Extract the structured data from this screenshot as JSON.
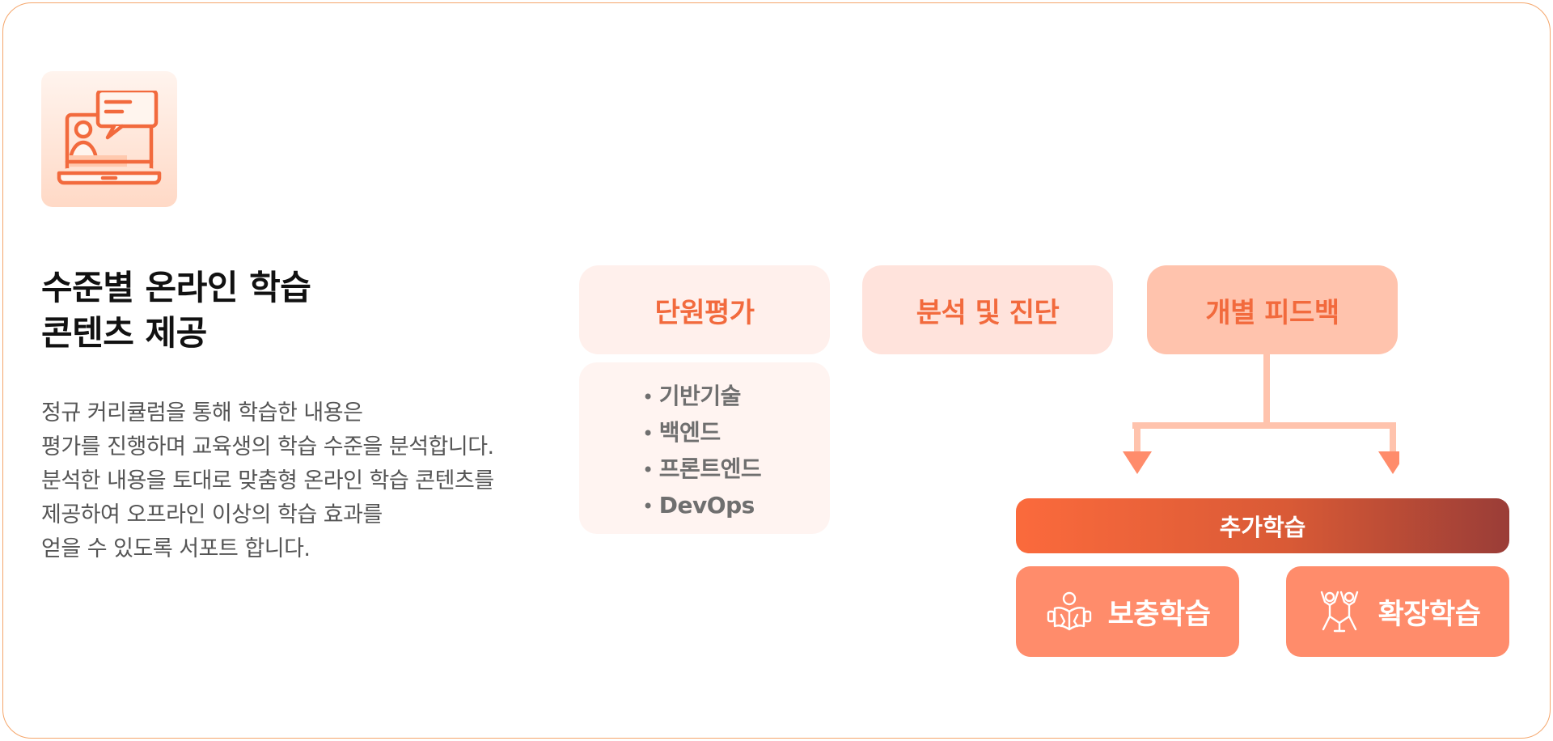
{
  "intro": {
    "title_lines": [
      "수준별 온라인 학습",
      "콘텐츠 제공"
    ],
    "description_lines": [
      "정규 커리큘럼을 통해 학습한 내용은",
      "평가를 진행하며 교육생의 학습 수준을 분석합니다.",
      "분석한 내용을 토대로 맞춤형 온라인 학습 콘텐츠를",
      "제공하여 오프라인 이상의 학습 효과를",
      "얻을 수 있도록 서포트 합니다."
    ]
  },
  "flow": {
    "steps": [
      "단원평가",
      "분석 및 진단",
      "개별 피드백"
    ],
    "unit_topics": [
      "기반기술",
      "백엔드",
      "프론트엔드",
      "DevOps"
    ],
    "extra_learning": "추가학습",
    "sub_learning": [
      "보충학습",
      "확장학습"
    ]
  },
  "colors": {
    "accent": "#f26a3d",
    "frame_border": "#f5a66b",
    "sub_box": "#ff8c6b",
    "connector": "#ffc3ad",
    "arrow": "#ff8c6b"
  },
  "icons": [
    "online-lecture-icon",
    "reading-student-icon",
    "teamwork-icon"
  ]
}
